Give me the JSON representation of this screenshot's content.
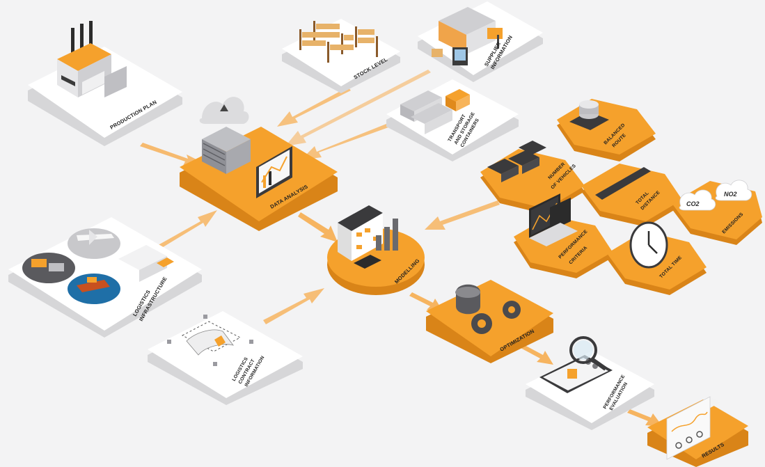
{
  "nodes": {
    "production_plan": {
      "label": "PRODUCTION PLAN"
    },
    "stock_level": {
      "label": "STOCK LEVEL"
    },
    "supplier_information": {
      "line1": "SUPPLIER",
      "line2": "INFORMATION"
    },
    "transport_storage": {
      "line1": "TRANSPORT",
      "line2": "AND STORAGE",
      "line3": "CONTAINERS"
    },
    "data_analysis": {
      "label": "DATA ANALYSIS"
    },
    "logistics_infrastructure": {
      "line1": "LOGISTICS",
      "line2": "INFRASTRUCTURE"
    },
    "logistics_contract": {
      "line1": "LOGISTICS",
      "line2": "CONTRACT",
      "line3": "INFORMATION"
    },
    "modelling": {
      "label": "MODELLING"
    },
    "optimization": {
      "label": "OPTIMIZATION"
    },
    "performance_evaluation": {
      "line1": "PERFORMANCE",
      "line2": "EVALUATION"
    },
    "results": {
      "label": "RESULTS"
    }
  },
  "criteria": {
    "balanced_route": {
      "line1": "BALANCED",
      "line2": "ROUTE"
    },
    "number_of_vehicles": {
      "line1": "NUMBER",
      "line2": "OF VEHICLES"
    },
    "total_distance": {
      "line1": "TOTAL",
      "line2": "DISTANCE"
    },
    "emissions": {
      "label": "EMISSIONS",
      "cloud1": "CO2",
      "cloud2": "NO2"
    },
    "performance_criteria": {
      "line1": "PERFORMANCE",
      "line2": "CRITERIA"
    },
    "total_time": {
      "label": "TOTAL TIME"
    }
  },
  "colors": {
    "orange": "#f5a12c",
    "orange_dark": "#d98418",
    "orange_arrow": "#f8c47a",
    "tile": "#ffffff",
    "tile_shadow": "#d6d6d8",
    "background": "#f3f3f4"
  }
}
